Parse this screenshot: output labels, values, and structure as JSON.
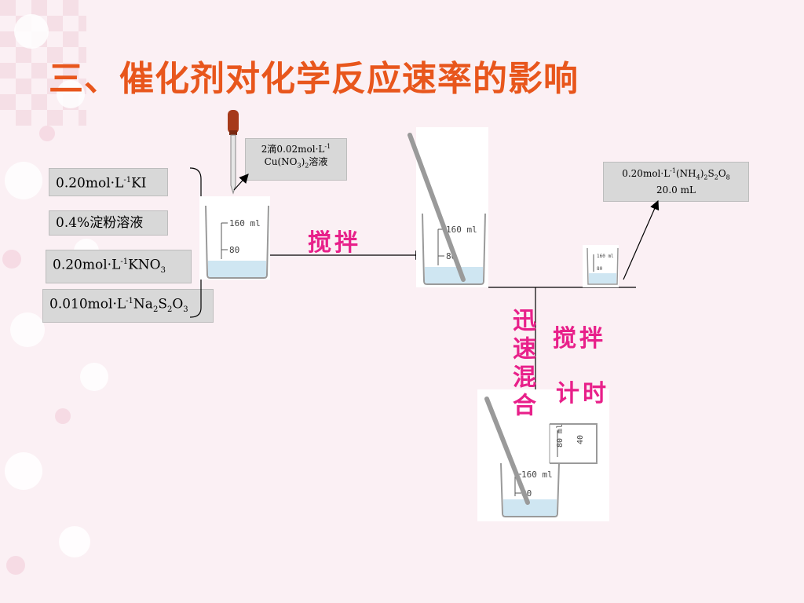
{
  "title": "三、催化剂对化学反应速率的影响",
  "reagents": [
    {
      "pre": "0.20mol",
      "dot": "·",
      "L": "L",
      "sup": "-1",
      "post": "KI"
    },
    {
      "text": "0.4%淀粉溶液"
    },
    {
      "pre": "0.20mol",
      "dot": "·",
      "L": "L",
      "sup": "-1",
      "post": "KNO",
      "sub": "3"
    },
    {
      "pre": "0.010mol",
      "dot": "·",
      "L": "L",
      "sup": "-1",
      "post": "Na",
      "sub1": "2",
      "mid1": "S",
      "sub2": "2",
      "mid2": "O",
      "sub3": "3"
    }
  ],
  "catalyst_note": {
    "line1_pre": "2滴0.02mol·L",
    "line1_sup": "-1",
    "line2_pre": "Cu(NO",
    "line2_sub": "3",
    "line2_mid": ")",
    "line2_sub2": "2",
    "line2_post": "溶液"
  },
  "persulfate_note": {
    "line1_pre": "0.20mol·L",
    "line1_sup": "-1",
    "line1_mid": "(NH",
    "sub1": "4",
    "mid2": ")",
    "sub2": "2",
    "mid3": "S",
    "sub3": "2",
    "mid4": "O",
    "sub4": "8",
    "line2": "20.0  mL"
  },
  "labels": {
    "stir1": "搅拌",
    "quick_mix": "迅速混合",
    "stir2": "搅拌",
    "timing": "计时"
  },
  "beaker_marks": {
    "large_top": "160 ml",
    "large_mid": "80",
    "small_top": "160 ml",
    "small_mid": "80",
    "side_top": "80 ml",
    "side_mid": "40"
  },
  "colors": {
    "title": "#e8561c",
    "accent": "#e8208a",
    "liquid": "#cfe6f2"
  }
}
